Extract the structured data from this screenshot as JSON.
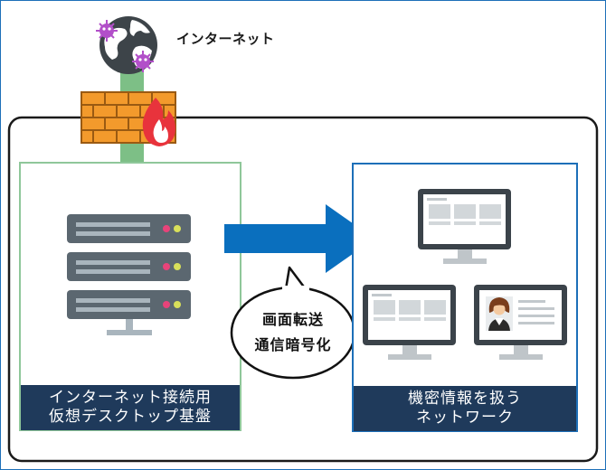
{
  "internet": {
    "label": "インターネット"
  },
  "left_panel": {
    "line1": "インターネット接続用",
    "line2": "仮想デスクトップ基盤"
  },
  "right_panel": {
    "line1": "機密情報を扱う",
    "line2": "ネットワーク"
  },
  "bubble": {
    "line1": "画面転送",
    "line2": "通信暗号化"
  },
  "colors": {
    "frame_blue": "#1d6fb8",
    "left_border": "#8fc79a",
    "caption_bg": "#1f3a5b",
    "arrow_blue": "#0a6fbe",
    "firewall_orange": "#f39a2c",
    "flame_red": "#e8333c",
    "server_gray": "#5b6770",
    "virus_purple": "#b24fc9"
  },
  "icons": [
    "globe-icon",
    "virus-icon",
    "firewall-icon",
    "flame-icon",
    "server-icon",
    "monitor-icon",
    "user-avatar-icon"
  ]
}
